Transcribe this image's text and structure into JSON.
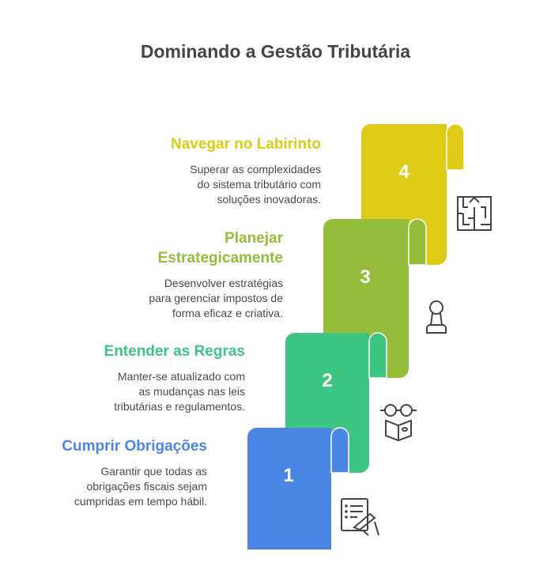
{
  "title": "Dominando a Gestão Tributária",
  "steps": [
    {
      "number": "1",
      "heading": "Cumprir Obrigações",
      "lines": [
        "Garantir que todas as",
        "obrigações fiscais sejam",
        "cumpridas em tempo hábil."
      ],
      "color": "#4A86E4",
      "icon": "document-signing-icon"
    },
    {
      "number": "2",
      "heading": "Entender as Regras",
      "lines": [
        "Manter-se atualizado com",
        "as mudanças nas leis",
        "tributárias e regulamentos."
      ],
      "color": "#3DC584",
      "icon": "glasses-book-icon"
    },
    {
      "number": "3",
      "heading_lines": [
        "Planejar",
        "Estrategicamente"
      ],
      "lines": [
        "Desenvolver estratégias",
        "para gerenciar impostos de",
        "forma eficaz e criativa."
      ],
      "color": "#93BD3A",
      "icon": "chess-pawn-icon"
    },
    {
      "number": "4",
      "heading": "Navegar no Labirinto",
      "lines": [
        "Superar as complexidades",
        "do sistema tributário com",
        "soluções inovadoras."
      ],
      "color": "#DDCB17",
      "icon": "maze-icon"
    }
  ]
}
